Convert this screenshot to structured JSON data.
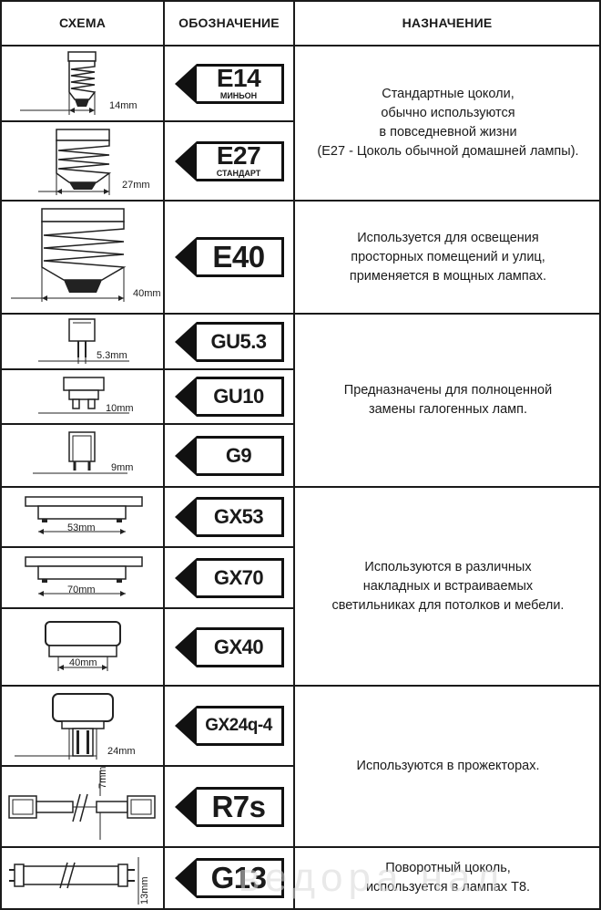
{
  "headers": {
    "schema": "СХЕМА",
    "designation": "ОБОЗНАЧЕНИЕ",
    "purpose": "НАЗНАЧЕНИЕ"
  },
  "rows": [
    {
      "code": "E14",
      "sub": "МИНЬОН",
      "dim": "14mm"
    },
    {
      "code": "E27",
      "sub": "СТАНДАРТ",
      "dim": "27mm"
    },
    {
      "code": "E40",
      "dim": "40mm"
    },
    {
      "code": "GU5.3",
      "dim": "5.3mm"
    },
    {
      "code": "GU10",
      "dim": "10mm"
    },
    {
      "code": "G9",
      "dim": "9mm"
    },
    {
      "code": "GX53",
      "dim": "53mm"
    },
    {
      "code": "GX70",
      "dim": "70mm"
    },
    {
      "code": "GX40",
      "dim": "40mm"
    },
    {
      "code": "GX24q-4",
      "dim": "24mm"
    },
    {
      "code": "R7s",
      "dim": "7mm"
    },
    {
      "code": "G13",
      "dim": "13mm"
    }
  ],
  "purposes": [
    {
      "lines": [
        "Стандартные цоколи,",
        "обычно используются",
        "в повседневной жизни",
        "(Е27 - Цоколь обычной домашней лампы)."
      ]
    },
    {
      "lines": [
        "Используется для освещения",
        "просторных помещений и улиц,",
        "применяется в мощных лампах."
      ]
    },
    {
      "lines": [
        "Предназначены для полноценной",
        "замены галогенных ламп."
      ]
    },
    {
      "lines": [
        "Используются в различных",
        "накладных и встраиваемых",
        "светильниках для потолков и мебели."
      ]
    },
    {
      "lines": [
        "Используются в прожекторах."
      ]
    },
    {
      "lines": [
        "Поворотный цоколь,",
        "используется в лампах Т8."
      ]
    }
  ],
  "watermark": "ведора нал"
}
